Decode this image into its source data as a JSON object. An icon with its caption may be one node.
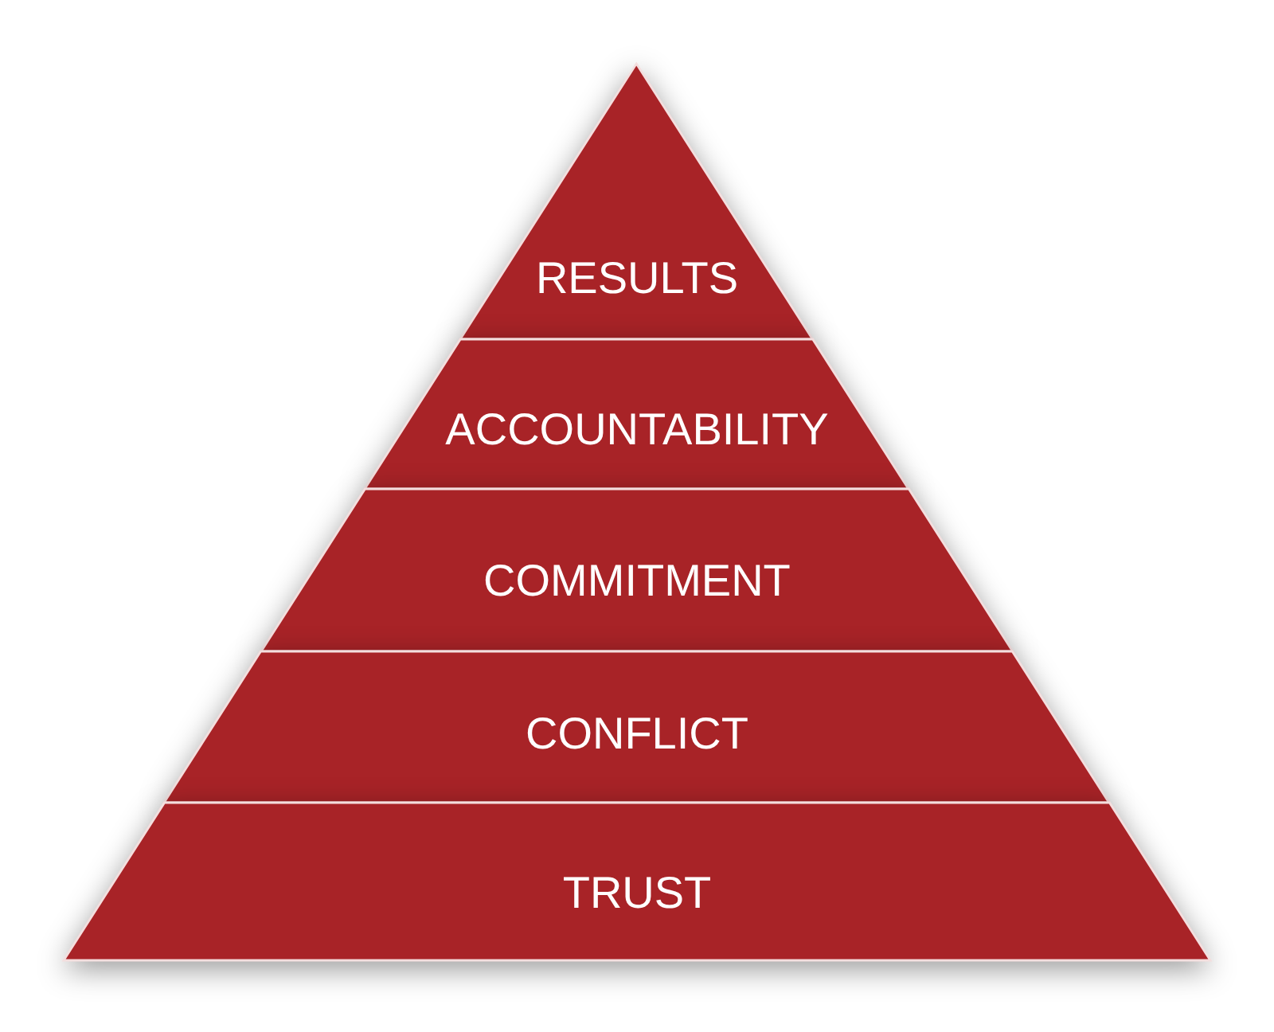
{
  "diagram": {
    "nodes": [
      {
        "text": [
          "RESULTS"
        ]
      },
      {
        "text": [
          "ACCOUNTABILITY"
        ]
      },
      {
        "text": [
          "COMMITMENT"
        ]
      },
      {
        "text": [
          "CONFLICT"
        ]
      },
      {
        "text": [
          "TRUST"
        ]
      }
    ]
  }
}
